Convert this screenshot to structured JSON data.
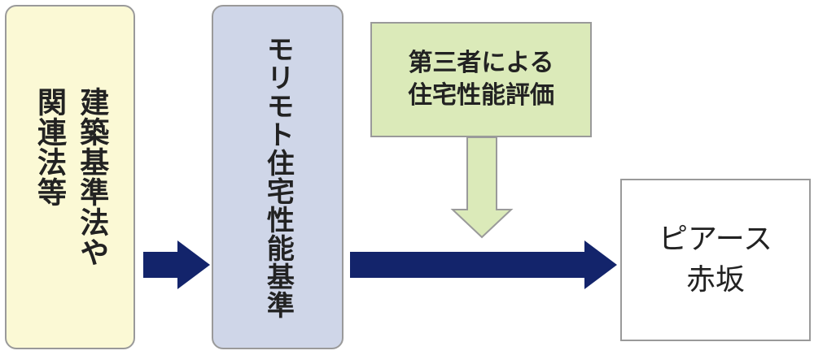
{
  "boxes": {
    "law": {
      "text": "建築基準法や\n関連法等",
      "color": "#fbf9d5"
    },
    "standard": {
      "text": "モリモト住宅性能基準",
      "color": "#cfd6e8"
    },
    "third_party": {
      "line1": "第三者による",
      "line2": "住宅性能評価",
      "color": "#dbeab9"
    },
    "target": {
      "line1": "ピアース",
      "line2": "赤坂",
      "color": "#ffffff"
    }
  },
  "colors": {
    "arrow_dark": "#13246b",
    "arrow_light": "#dbeab9",
    "border": "#9a9a9a"
  }
}
